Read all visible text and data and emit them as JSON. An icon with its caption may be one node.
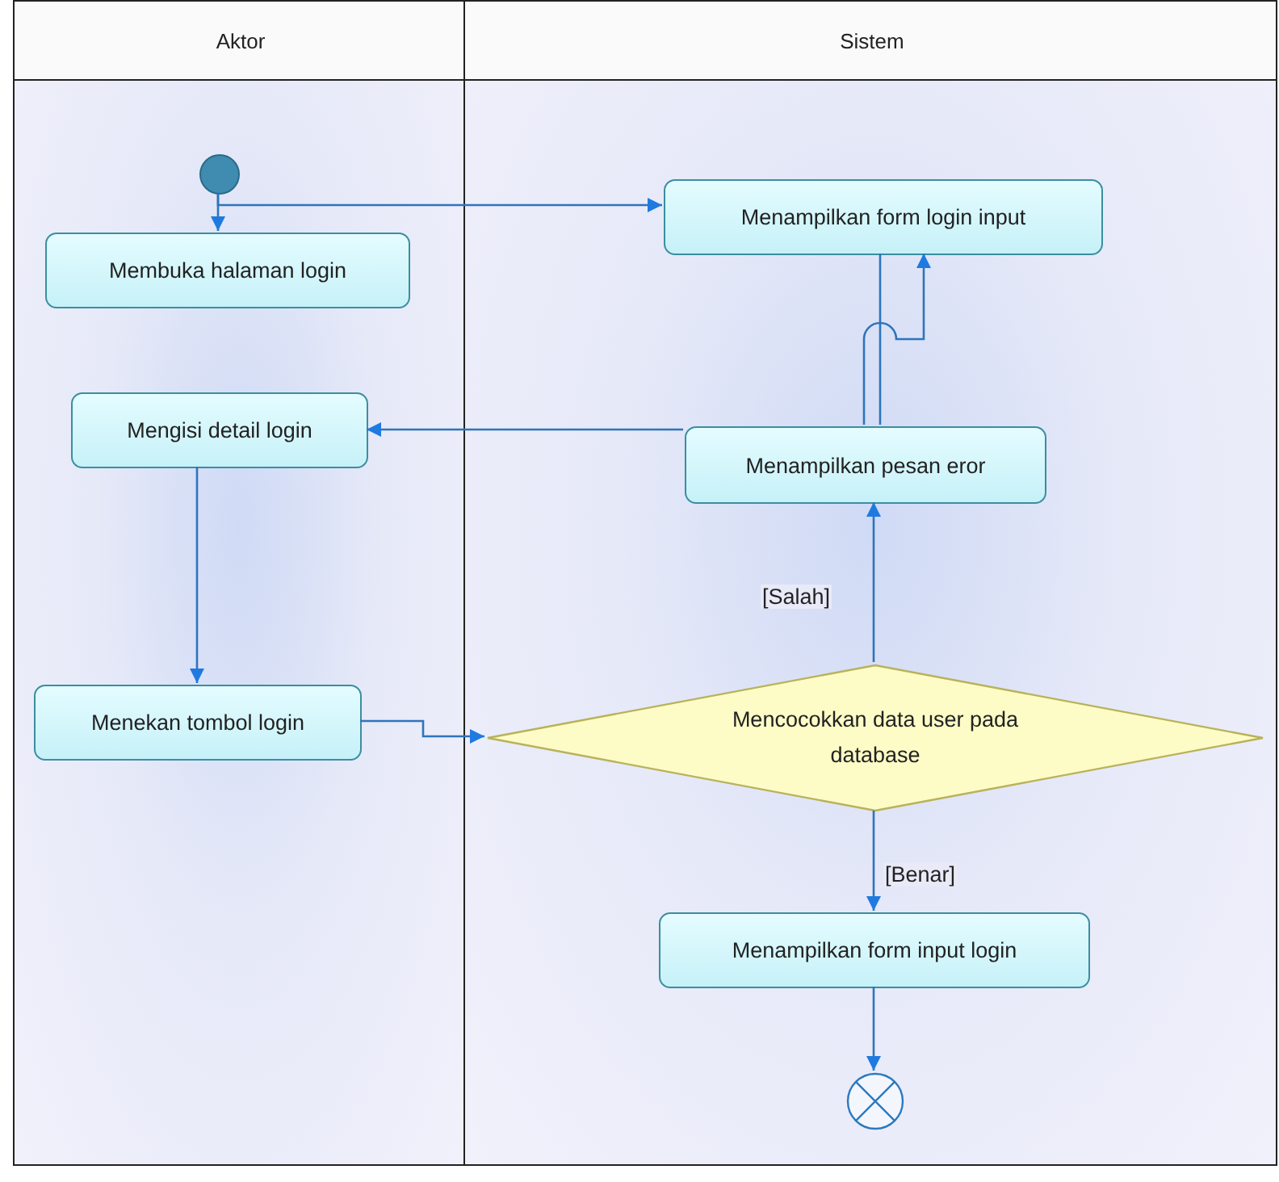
{
  "diagram": {
    "nodes": [
      {
        "text": [
          "Aktor"
        ]
      },
      {
        "text": [
          "Sistem"
        ]
      },
      {
        "text": [],
        "shape": "circle",
        "in": 0
      },
      {
        "text": [
          "Membuka halaman login"
        ],
        "in": 0
      },
      {
        "text": [
          "Menampilkan form login input"
        ],
        "in": 1
      },
      {
        "text": [
          "Mengisi detail login"
        ],
        "in": 0
      },
      {
        "text": [
          "Menampilkan pesan eror"
        ],
        "in": 1
      },
      {
        "text": [
          "Menekan tombol login"
        ],
        "in": 0
      },
      {
        "text": [
          "Mencocokkan data user pada database"
        ],
        "in": 1
      },
      {
        "text": [
          "Menampilkan form input login"
        ],
        "in": 1
      },
      {
        "text": [],
        "shape": "circle",
        "in": 1
      }
    ],
    "edges": [
      {
        "from": 2,
        "to": 3,
        "arrow": "to"
      },
      {
        "from": 2,
        "to": 4,
        "arrow": "to"
      },
      {
        "from": 4,
        "to": 6,
        "arrow": "none"
      },
      {
        "from": 6,
        "to": 4,
        "arrow": "to"
      },
      {
        "from": 6,
        "to": 5,
        "arrow": "to"
      },
      {
        "from": 5,
        "to": 7,
        "arrow": "to"
      },
      {
        "from": 7,
        "to": 8,
        "arrow": "to"
      },
      {
        "from": 8,
        "to": 6,
        "arrow": "to",
        "label": "[Salah]"
      },
      {
        "from": 8,
        "to": 9,
        "arrow": "to",
        "label": "[Benar]"
      },
      {
        "from": 9,
        "to": 10,
        "arrow": "to"
      }
    ]
  }
}
